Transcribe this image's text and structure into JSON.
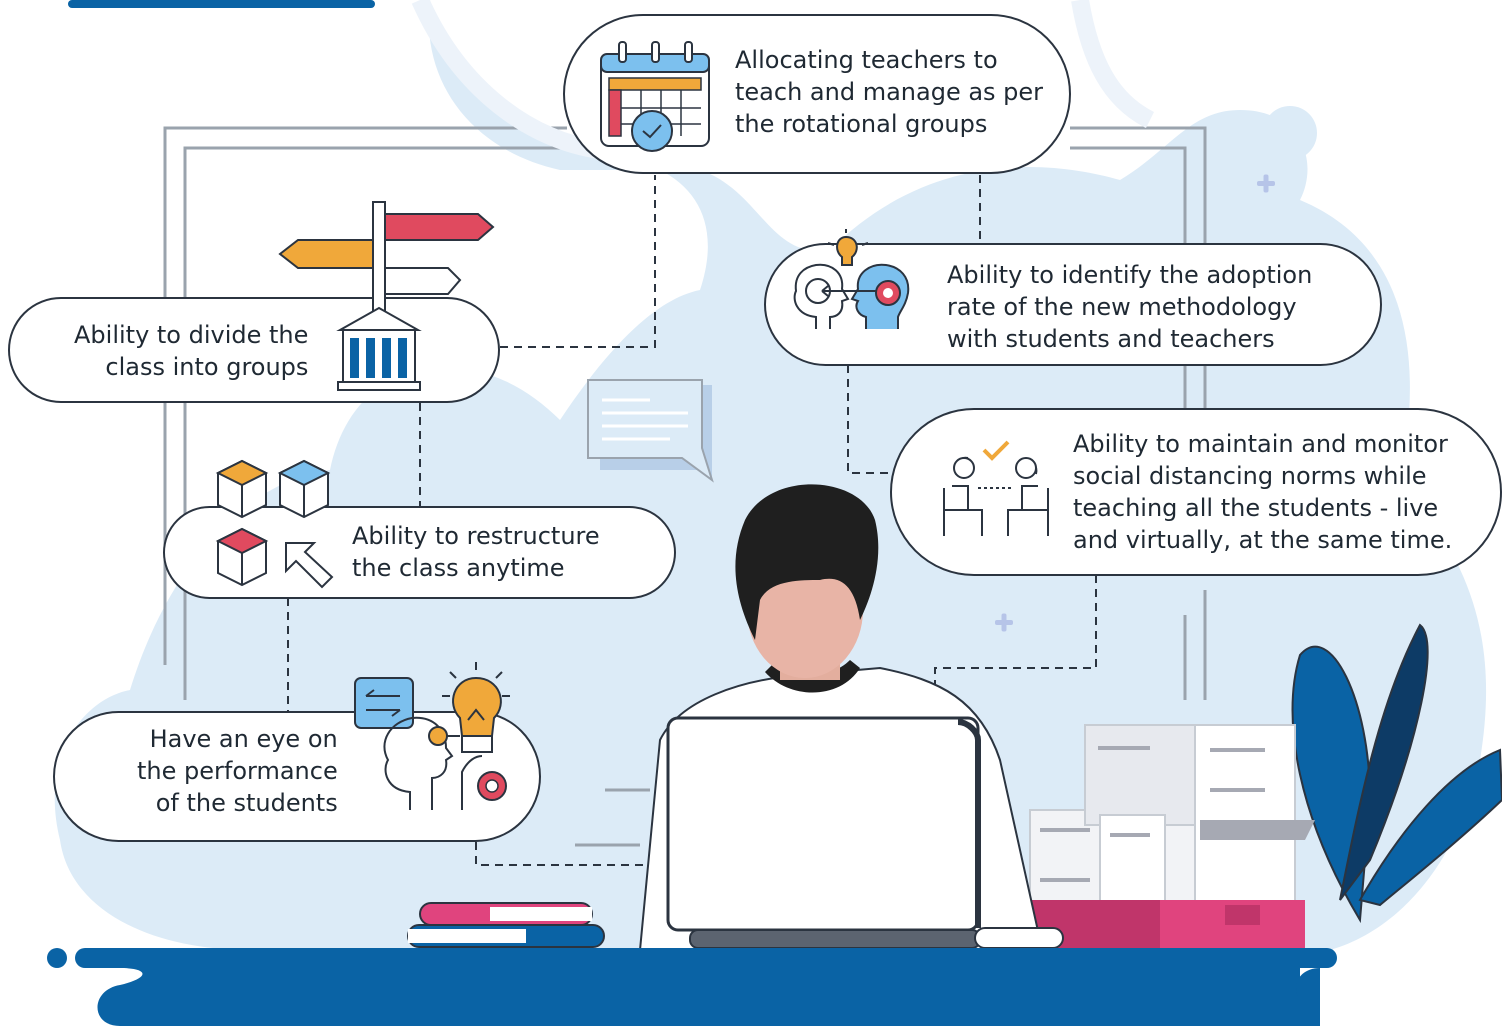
{
  "colors": {
    "blob": "#dcebf7",
    "bar": "#0a63a5",
    "outline": "#2b3440",
    "red": "#e04a5f",
    "orange": "#f0a83a",
    "blue": "#7cc0ee",
    "pink": "#e0447e",
    "navy": "#0d3b66",
    "gray": "#9aa3ad"
  },
  "callouts": {
    "allocate": {
      "icon": "calendar-rotation-icon",
      "lines": [
        "Allocating teachers to",
        "teach and manage as per",
        "the rotational groups"
      ]
    },
    "divide": {
      "icon": "signpost-building-icon",
      "lines": [
        "Ability to divide the",
        "class into groups"
      ]
    },
    "adoption": {
      "icon": "head-gear-idea-icon",
      "lines": [
        "Ability to identify the adoption",
        "rate of the new methodology",
        "with students and teachers"
      ]
    },
    "distancing": {
      "icon": "distanced-students-icon",
      "lines": [
        "Ability to maintain and monitor",
        "social distancing norms while",
        "teaching all the students - live",
        "and virtually, at the same time."
      ]
    },
    "restructure": {
      "icon": "cubes-cursor-icon",
      "lines": [
        "Ability to restructure",
        "the class anytime"
      ]
    },
    "performance": {
      "icon": "head-lightbulb-icon",
      "lines": [
        "Have an eye on",
        "the performance",
        "of the students"
      ]
    }
  },
  "illustration": {
    "person": "teacher-with-laptop-illustration",
    "chat": "chat-bubble-icon",
    "plant": "plant-leaves-illustration",
    "papers": "paper-stack-illustration",
    "books": "books-stack-illustration"
  }
}
